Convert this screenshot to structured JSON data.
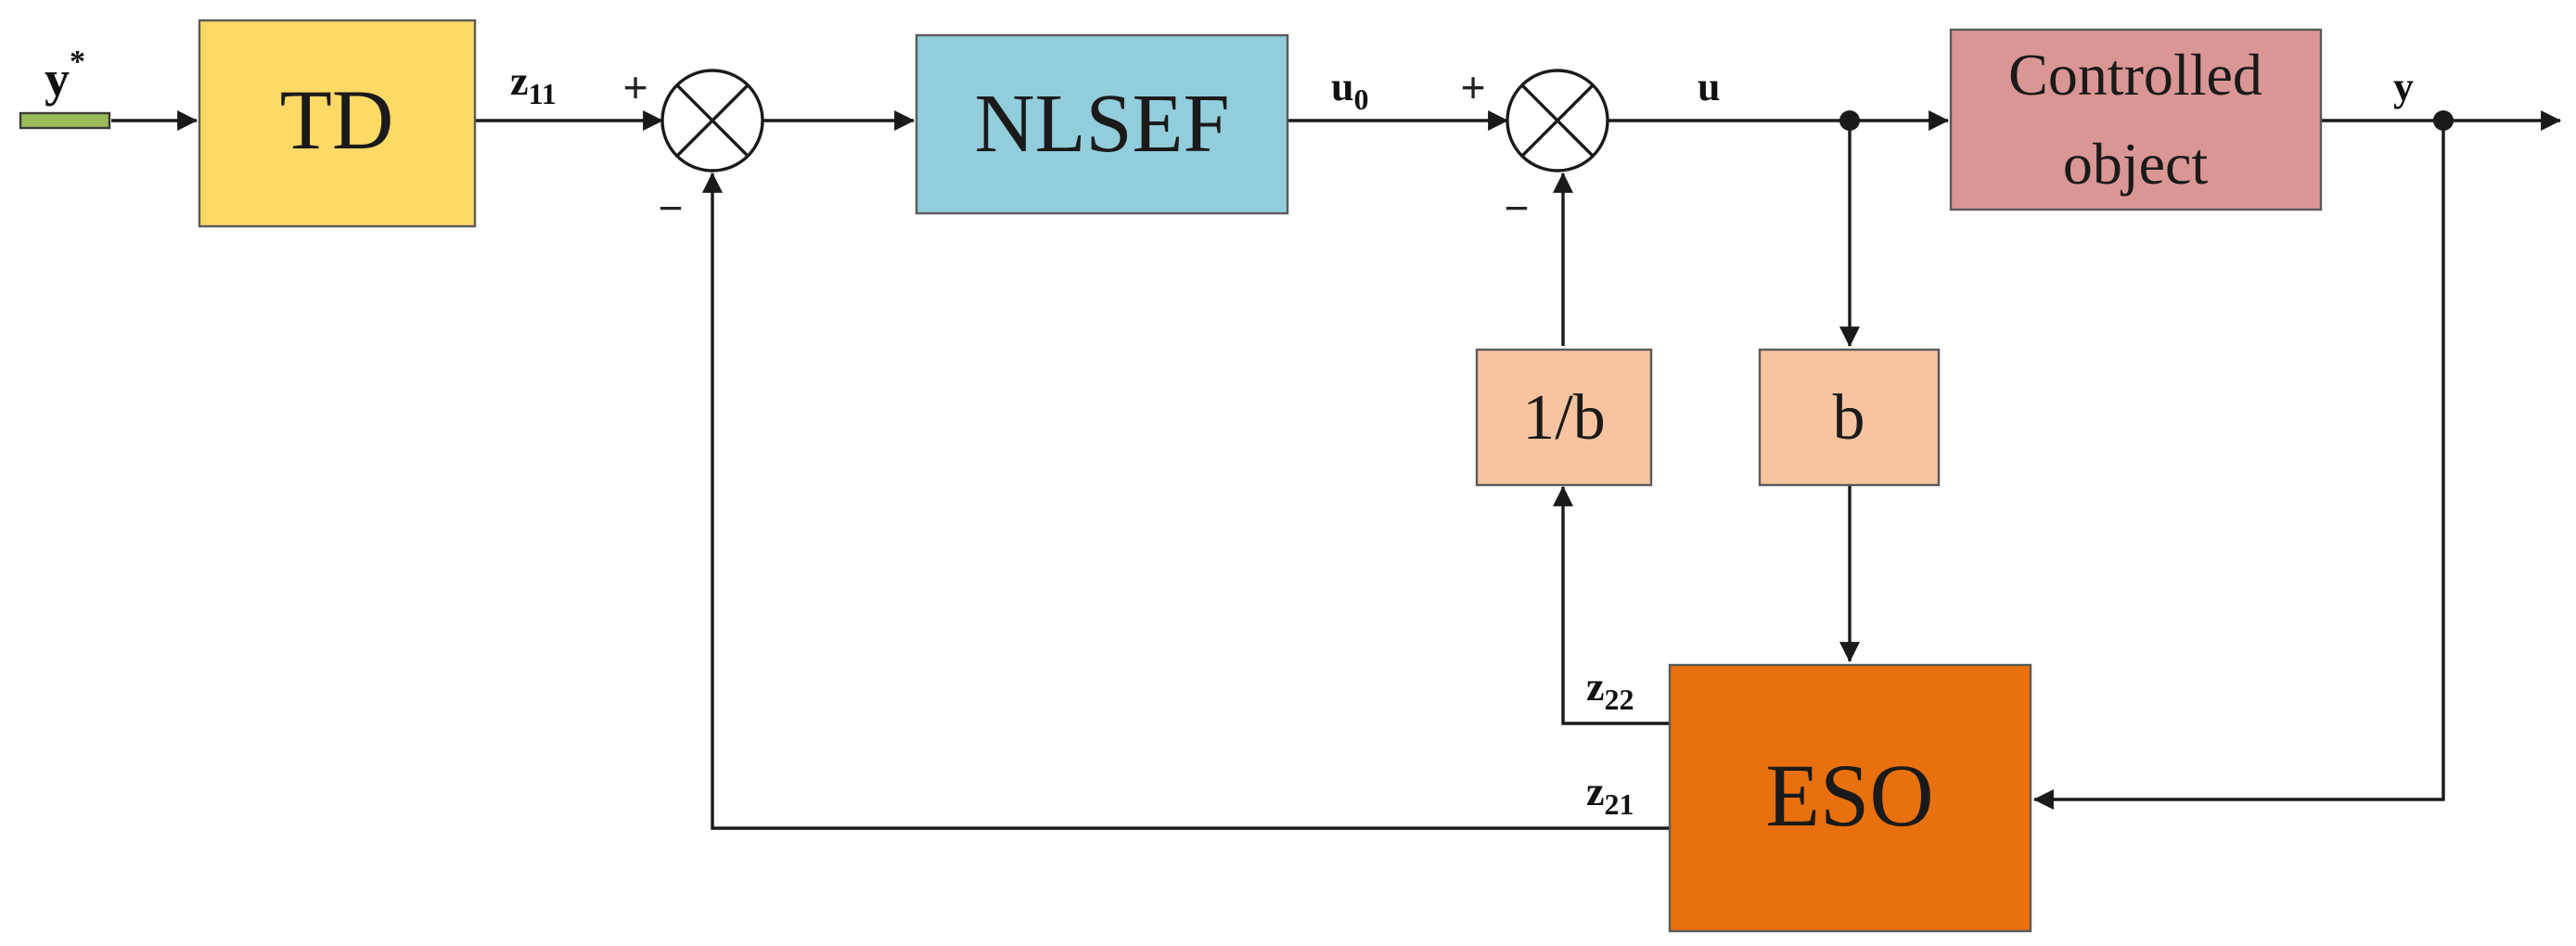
{
  "blocks": {
    "td": {
      "label": "TD",
      "color": "#FFD966"
    },
    "nlsef": {
      "label": "NLSEF",
      "color": "#92CDDC"
    },
    "plant": {
      "label_line1": "Controlled",
      "label_line2": "object",
      "color": "#DA9694"
    },
    "inv_b": {
      "label": "1/b",
      "color": "#F8C4A0"
    },
    "b": {
      "label": "b",
      "color": "#F8C4A0"
    },
    "eso": {
      "label": "ESO",
      "color": "#E8700E"
    },
    "input_marker_color": "#9BBB59"
  },
  "signals": {
    "y_ref": {
      "base": "y",
      "sup": "*"
    },
    "z11": {
      "base": "z",
      "sub": "11"
    },
    "u0": {
      "base": "u",
      "sub": "0"
    },
    "u": {
      "base": "u"
    },
    "y": {
      "base": "y"
    },
    "z22": {
      "base": "z",
      "sub": "22"
    },
    "z21": {
      "base": "z",
      "sub": "21"
    }
  },
  "signs": {
    "plus": "+",
    "minus": "−"
  }
}
